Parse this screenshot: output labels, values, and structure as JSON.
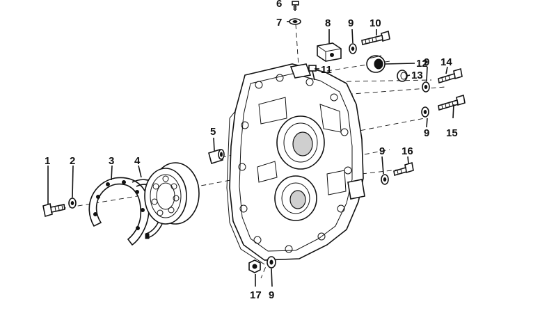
{
  "callouts": [
    {
      "id": "c6",
      "text": "6"
    },
    {
      "id": "c7",
      "text": "7"
    },
    {
      "id": "c8",
      "text": "8"
    },
    {
      "id": "c9a",
      "text": "9"
    },
    {
      "id": "c10",
      "text": "10"
    },
    {
      "id": "c11",
      "text": "11"
    },
    {
      "id": "c12",
      "text": "12"
    },
    {
      "id": "c9b",
      "text": "9"
    },
    {
      "id": "c14",
      "text": "14"
    },
    {
      "id": "c13",
      "text": "13"
    },
    {
      "id": "c9c",
      "text": "9"
    },
    {
      "id": "c15",
      "text": "15"
    },
    {
      "id": "c5",
      "text": "5"
    },
    {
      "id": "c9d",
      "text": "9"
    },
    {
      "id": "c16",
      "text": "16"
    },
    {
      "id": "c1",
      "text": "1"
    },
    {
      "id": "c2",
      "text": "2"
    },
    {
      "id": "c3",
      "text": "3"
    },
    {
      "id": "c4",
      "text": "4"
    },
    {
      "id": "c17",
      "text": "17"
    },
    {
      "id": "c9e",
      "text": "9"
    }
  ]
}
